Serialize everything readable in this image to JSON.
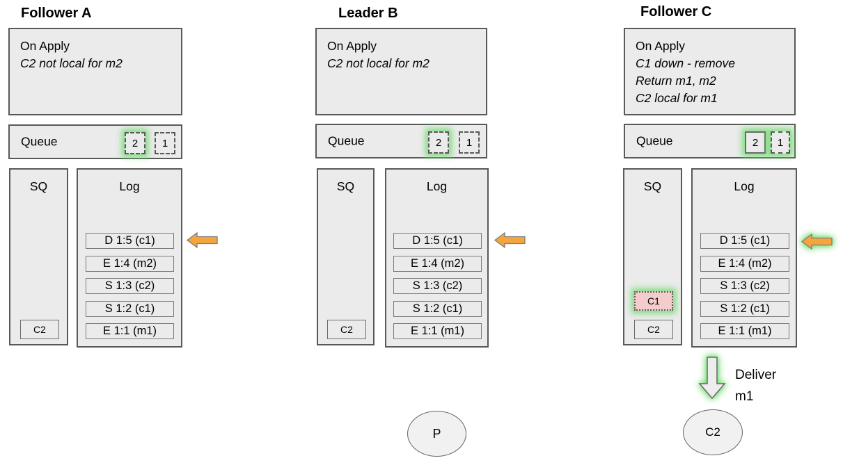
{
  "diagram": {
    "colors": {
      "panel_fill": "#ebebeb",
      "panel_border": "#595959",
      "entry_border": "#7a7a7a",
      "highlight_green": "#6edc6e",
      "removed_pink": "#f4cccc",
      "arrow_orange": "#f5a53c",
      "ellipse_fill": "#f1f1f1"
    },
    "nodes": [
      {
        "title": "Follower A",
        "on_apply": {
          "heading": "On Apply",
          "notes": [
            "C2 not local for m2"
          ]
        },
        "queue": {
          "label": "Queue",
          "items": [
            {
              "label": "2",
              "state": "dashed-glow"
            },
            {
              "label": "1",
              "state": "dashed"
            }
          ]
        },
        "sq": {
          "label": "SQ",
          "items": [
            {
              "label": "C2",
              "state": "normal"
            }
          ]
        },
        "log": {
          "label": "Log",
          "entries": [
            "D 1:5 (c1)",
            "E 1:4 (m2)",
            "S 1:3 (c2)",
            "S 1:2 (c1)",
            "E 1:1 (m1)"
          ]
        }
      },
      {
        "title": "Leader B",
        "on_apply": {
          "heading": "On Apply",
          "notes": [
            "C2 not local for m2"
          ]
        },
        "queue": {
          "label": "Queue",
          "items": [
            {
              "label": "2",
              "state": "dashed-glow"
            },
            {
              "label": "1",
              "state": "dashed"
            }
          ]
        },
        "sq": {
          "label": "SQ",
          "items": [
            {
              "label": "C2",
              "state": "normal"
            }
          ]
        },
        "log": {
          "label": "Log",
          "entries": [
            "D 1:5 (c1)",
            "E 1:4 (m2)",
            "S 1:3 (c2)",
            "S 1:2 (c1)",
            "E 1:1 (m1)"
          ]
        },
        "process": {
          "label": "P"
        }
      },
      {
        "title": "Follower C",
        "on_apply": {
          "heading": "On Apply",
          "notes": [
            "C1 down - remove",
            "Return m1, m2",
            "C2 local for m1"
          ]
        },
        "queue": {
          "label": "Queue",
          "items": [
            {
              "label": "2",
              "state": "solid-glow"
            },
            {
              "label": "1",
              "state": "dashed-glow"
            }
          ]
        },
        "sq": {
          "label": "SQ",
          "items": [
            {
              "label": "C1",
              "state": "removed-glow"
            },
            {
              "label": "C2",
              "state": "normal"
            }
          ]
        },
        "log": {
          "label": "Log",
          "entries": [
            "D 1:5 (c1)",
            "E 1:4 (m2)",
            "S 1:3 (c2)",
            "S 1:2 (c1)",
            "E 1:1 (m1)"
          ]
        },
        "deliver": {
          "line1": "Deliver",
          "line2": "m1"
        },
        "consumer": {
          "label": "C2"
        }
      }
    ]
  }
}
